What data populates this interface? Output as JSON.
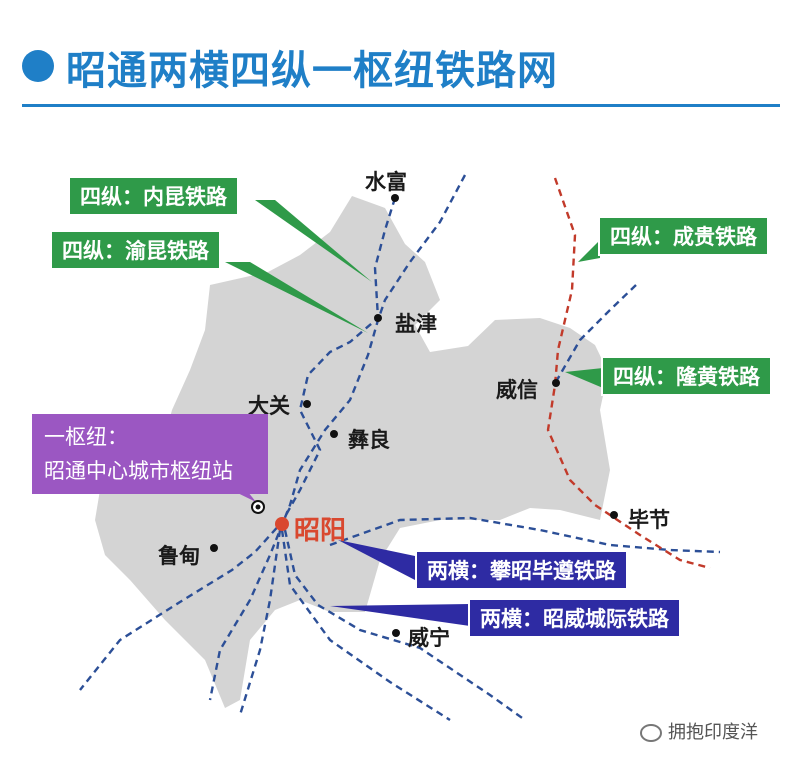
{
  "title": "昭通两横四纵一枢纽铁路网",
  "colors": {
    "accent": "#1f7fc7",
    "region": "#d4d4d4",
    "green": "#2f9a49",
    "blue": "#2e2ba3",
    "purple": "#9b57c2",
    "rail_blue": "#2c4f97",
    "rail_red": "#c23a2a",
    "center": "#d9482f"
  },
  "cities": {
    "shuifu": "水富",
    "yanjin": "盐津",
    "daguan": "大关",
    "yiliang": "彝良",
    "weixin": "威信",
    "bijie": "毕节",
    "zhaoyang": "昭阳",
    "ludian": "鲁甸",
    "weining": "威宁"
  },
  "labels": {
    "neikun": "四纵：内昆铁路",
    "yukun": "四纵：渝昆铁路",
    "chenggui": "四纵：成贵铁路",
    "longhuang": "四纵：隆黄铁路",
    "hub_line1": "一枢纽：",
    "hub_line2": "昭通中心城市枢纽站",
    "panzhaobizun": "两横：攀昭毕遵铁路",
    "zhaowei": "两横：昭威城际铁路"
  },
  "watermark": "拥抱印度洋"
}
